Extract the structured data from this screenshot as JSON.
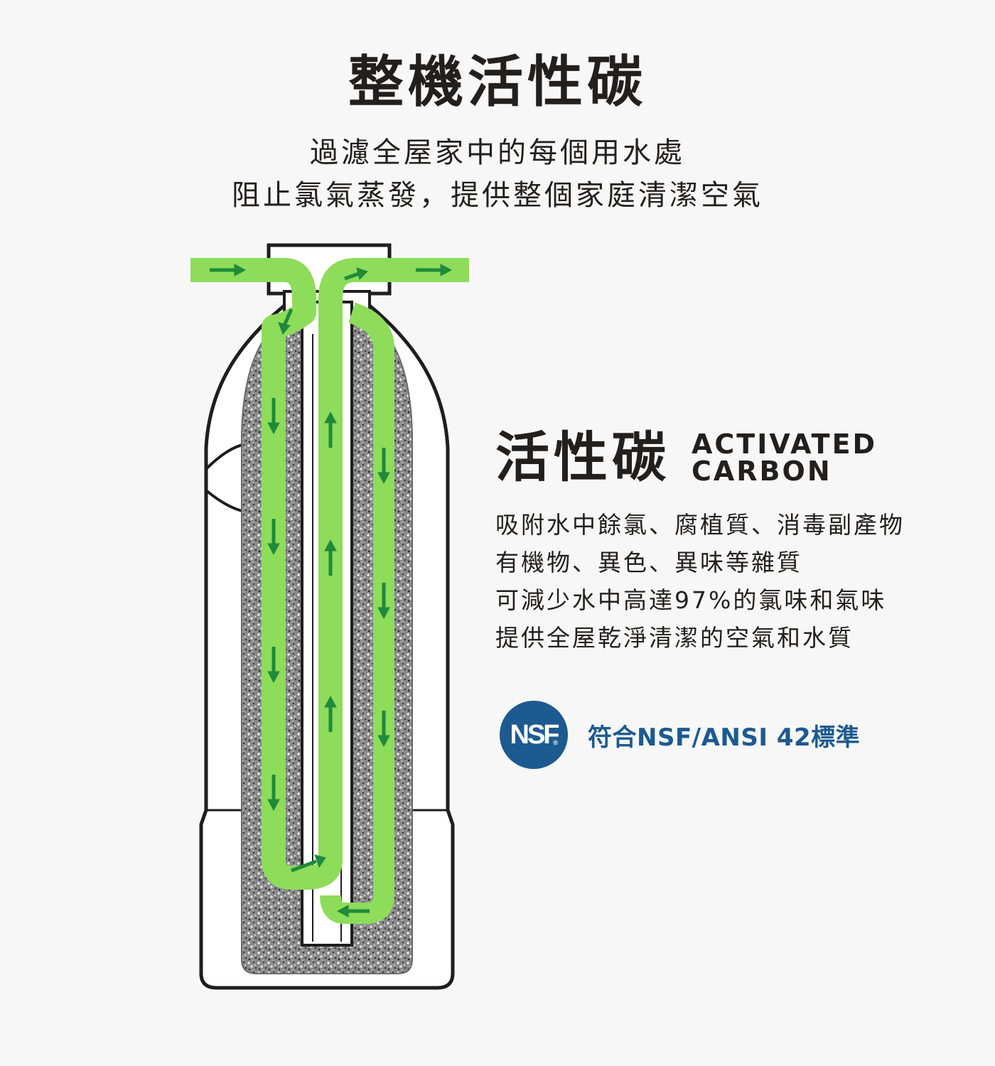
{
  "header": {
    "title": "整機活性碳",
    "subtitle_lines": [
      "過濾全屋家中的每個用水處",
      "阻止氯氣蒸發，提供整個家庭清潔空氣"
    ]
  },
  "section": {
    "heading_cn": "活性碳",
    "heading_en_lines": [
      "ACTIVATED",
      "CARBON"
    ],
    "description_lines": [
      "吸附水中餘氯、腐植質、消毒副產物",
      "有機物、異色、異味等雜質",
      "可減少水中高達97%的氯味和氣味",
      "提供全屋乾淨清潔的空氣和水質"
    ]
  },
  "certification": {
    "logo_text": "NSF",
    "logo_reg": "®",
    "text": "符合NSF/ANSI 42標準"
  },
  "colors": {
    "background": "#f7f7f7",
    "text": "#231f1c",
    "flow_light_green": "#8ddc5a",
    "flow_arrow_green": "#1f8a3a",
    "carbon_gray": "#8a8a8a",
    "nsf_blue": "#1d5a8f"
  },
  "icons": [
    "flow-arrow-icon",
    "nsf-logo"
  ]
}
